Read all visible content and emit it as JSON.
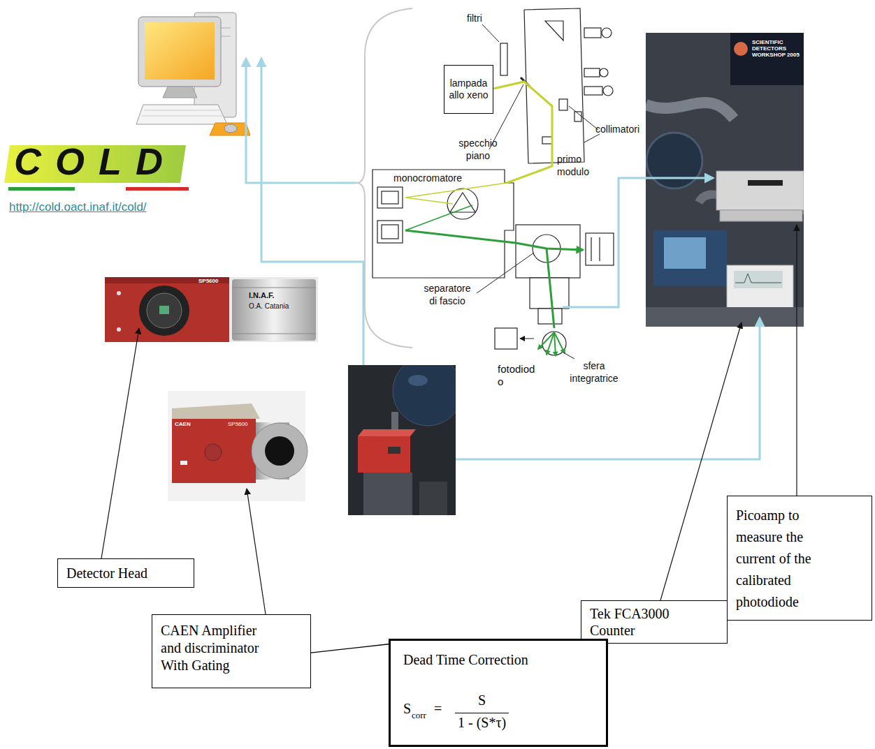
{
  "diagram": {
    "nodes": [
      {
        "text": [
          "lampada allo xeno"
        ]
      },
      {
        "text": [
          "Picoamp to measure the current of the calibrated photodiode"
        ]
      },
      {
        "text": [
          "Detector Head"
        ]
      },
      {
        "text": [
          "Tek FCA3000 Counter"
        ]
      },
      {
        "text": [
          "CAEN Amplifier and discriminator With Gating"
        ]
      },
      {
        "text": [
          "Dead Time Correction",
          "S",
          "corr",
          "=",
          "S",
          "1 - (S*τ)"
        ]
      }
    ],
    "edges": [
      {
        "from": 4,
        "to": 5,
        "arrow": "none"
      }
    ],
    "labels": [
      "COLD",
      "http://cold.oact.inaf.it/cold/",
      "filtri",
      "specchio piano",
      "collimatori",
      "primo modulo",
      "monocromatore",
      "separatore di fascio",
      "SCIENTIFIC DETECTORS WORKSHOP 2005",
      "SP5600",
      "I.N.A.F.",
      "O.A. Catania",
      "fotodiodo",
      "sfera integratrice",
      "CAEN",
      "SP5600"
    ]
  }
}
